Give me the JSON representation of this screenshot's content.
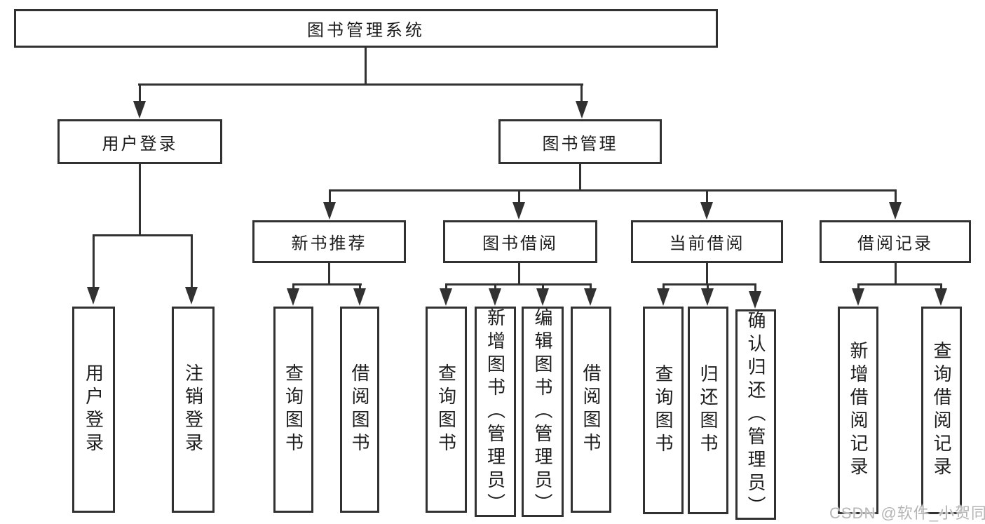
{
  "diagram": {
    "root": {
      "label": "图书管理系统"
    },
    "level2": [
      {
        "label": "用户登录"
      },
      {
        "label": "图书管理"
      }
    ],
    "level3": [
      {
        "label": "新书推荐",
        "parent": "图书管理"
      },
      {
        "label": "图书借阅",
        "parent": "图书管理"
      },
      {
        "label": "当前借阅",
        "parent": "图书管理"
      },
      {
        "label": "借阅记录",
        "parent": "图书管理"
      }
    ],
    "leaves": [
      {
        "label": "用户登录",
        "parent": "用户登录"
      },
      {
        "label": "注销登录",
        "parent": "用户登录"
      },
      {
        "label": "查询图书",
        "parent": "新书推荐"
      },
      {
        "label": "借阅图书",
        "parent": "新书推荐"
      },
      {
        "label": "查询图书",
        "parent": "图书借阅"
      },
      {
        "label": "新增图书（管理员）",
        "parent": "图书借阅"
      },
      {
        "label": "编辑图书（管理员）",
        "parent": "图书借阅"
      },
      {
        "label": "借阅图书",
        "parent": "图书借阅"
      },
      {
        "label": "查询图书",
        "parent": "当前借阅"
      },
      {
        "label": "归还图书",
        "parent": "当前借阅"
      },
      {
        "label": "确认归还（管理员）",
        "parent": "当前借阅"
      },
      {
        "label": "新增借阅记录",
        "parent": "借阅记录"
      },
      {
        "label": "查询借阅记录",
        "parent": "借阅记录"
      }
    ],
    "colors": {
      "line": "#313131",
      "box_fill": "#ffffff",
      "text": "#1c1c1c",
      "watermark": "#b5b5b5",
      "background": "#ffffff"
    },
    "watermark": "CSDN @软件_小贺同学"
  }
}
